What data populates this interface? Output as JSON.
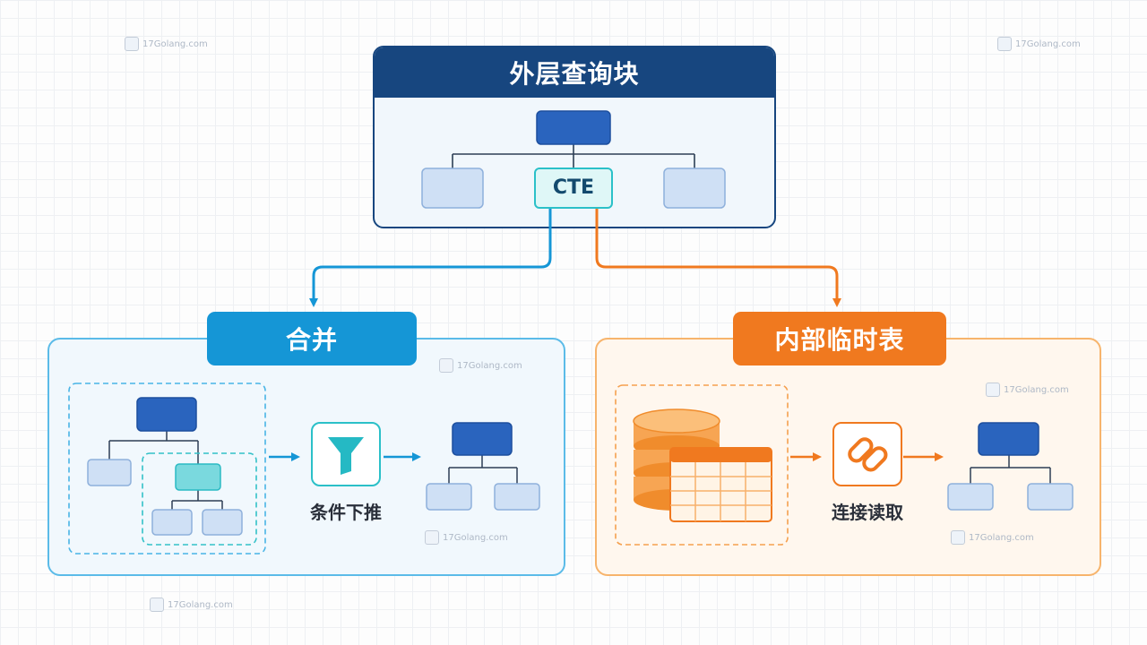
{
  "outer": {
    "title": "外层查询块",
    "cte_label": "CTE"
  },
  "merge": {
    "title": "合并",
    "caption": "条件下推"
  },
  "temp": {
    "title": "内部临时表",
    "caption": "连接读取"
  },
  "watermark": "17Golang.com",
  "icons": {
    "filter": "funnel-icon",
    "link": "chain-link-icon",
    "database": "database-icon",
    "table": "table-icon"
  },
  "colors": {
    "outer_header": "#17467f",
    "node_dark": "#2a64be",
    "node_light": "#cfe0f5",
    "cte": "#dff7f7",
    "merge_accent": "#1596d6",
    "temp_accent": "#f0791f"
  }
}
